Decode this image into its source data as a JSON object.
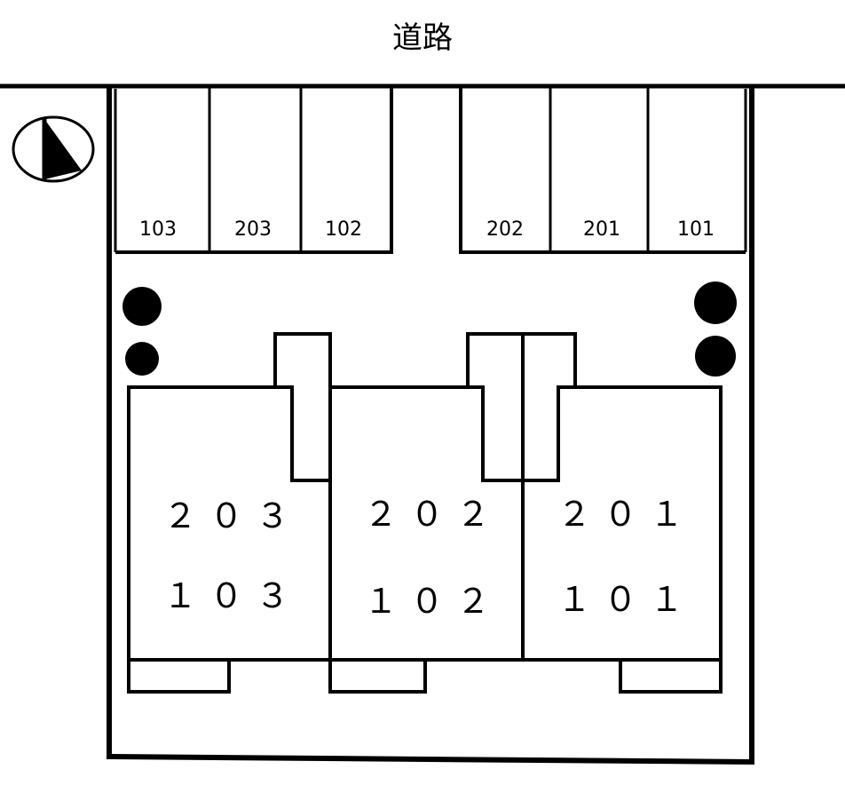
{
  "road_label": "道路",
  "parking": [
    {
      "label": "103"
    },
    {
      "label": "203"
    },
    {
      "label": "102"
    },
    {
      "label": "202"
    },
    {
      "label": "201"
    },
    {
      "label": "101"
    }
  ],
  "buildings": [
    {
      "upper": "２０３",
      "lower": "１０３"
    },
    {
      "upper": "２０２",
      "lower": "１０２"
    },
    {
      "upper": "２０１",
      "lower": "１０１"
    }
  ],
  "compass": {
    "icon": "north-arrow-icon"
  }
}
